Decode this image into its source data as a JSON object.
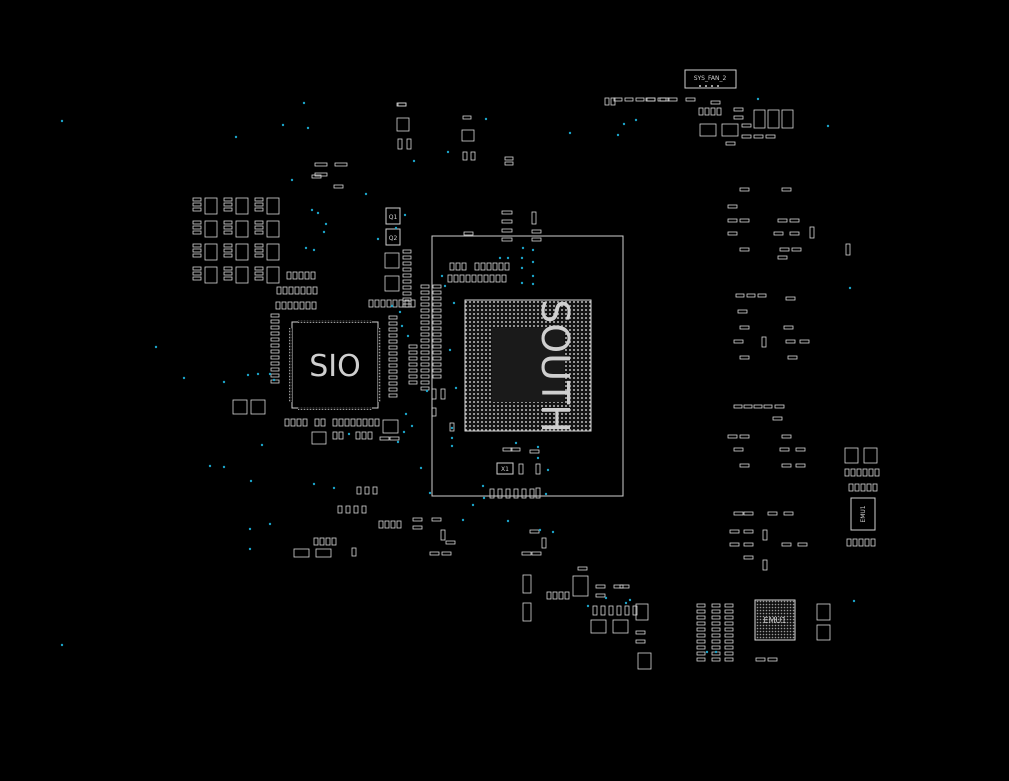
{
  "labels": {
    "sio": "SIO",
    "south": "SOUTH",
    "sys_fan": "SYS_FAN_2",
    "emu1": "EMU1",
    "emu2": "EMU1",
    "q1": "Q1",
    "q2": "Q2",
    "x1": "X1"
  },
  "colors": {
    "background": "#000000",
    "outline": "#d8d8d8",
    "via": "#1aa3c8"
  }
}
